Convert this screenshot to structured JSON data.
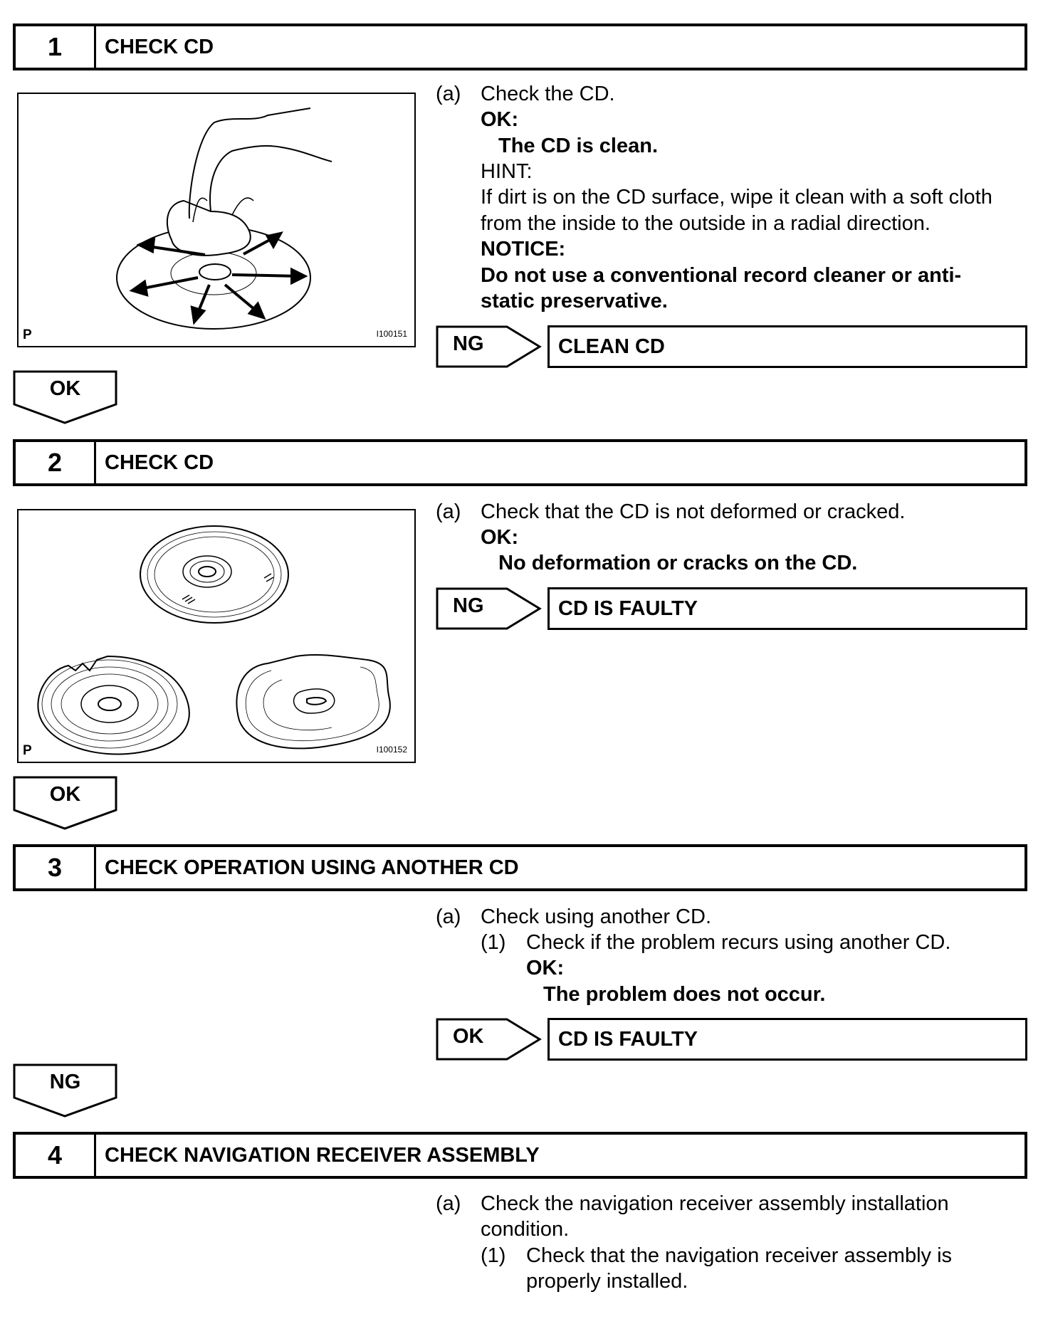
{
  "steps": [
    {
      "num": "1",
      "title": "CHECK CD"
    },
    {
      "num": "2",
      "title": "CHECK CD"
    },
    {
      "num": "3",
      "title": "CHECK OPERATION USING ANOTHER CD"
    },
    {
      "num": "4",
      "title": "CHECK NAVIGATION RECEIVER ASSEMBLY"
    }
  ],
  "step1": {
    "figure": {
      "p": "P",
      "id": "I100151"
    },
    "a_label": "(a)",
    "a_text": "Check the CD.",
    "ok_label": "OK:",
    "ok_text": "The CD is clean.",
    "hint_label": "HINT:",
    "hint_line1": "If dirt is on the CD surface, wipe it clean with a soft cloth",
    "hint_line2": "from the inside to the outside in a radial direction.",
    "notice_label": "NOTICE:",
    "notice_line1": "Do not use a conventional record cleaner or anti-",
    "notice_line2": "static preservative.",
    "ng_label": "NG",
    "ng_result": "CLEAN CD",
    "flow_label": "OK"
  },
  "step2": {
    "figure": {
      "p": "P",
      "id": "I100152"
    },
    "a_label": "(a)",
    "a_text": "Check that the CD is not deformed or cracked.",
    "ok_label": "OK:",
    "ok_text": "No deformation or cracks on the CD.",
    "ng_label": "NG",
    "ng_result": "CD IS FAULTY",
    "flow_label": "OK"
  },
  "step3": {
    "a_label": "(a)",
    "a_text": "Check using another CD.",
    "sub_label": "(1)",
    "sub_text": "Check if the problem recurs using another CD.",
    "ok_label": "OK:",
    "ok_text": "The problem does not occur.",
    "branch_label": "OK",
    "branch_result": "CD IS FAULTY",
    "flow_label": "NG"
  },
  "step4": {
    "a_label": "(a)",
    "a_line1": "Check the navigation receiver assembly installation",
    "a_line2": "condition.",
    "sub_label": "(1)",
    "sub_line1": "Check that the navigation receiver assembly is",
    "sub_line2": "properly installed."
  }
}
